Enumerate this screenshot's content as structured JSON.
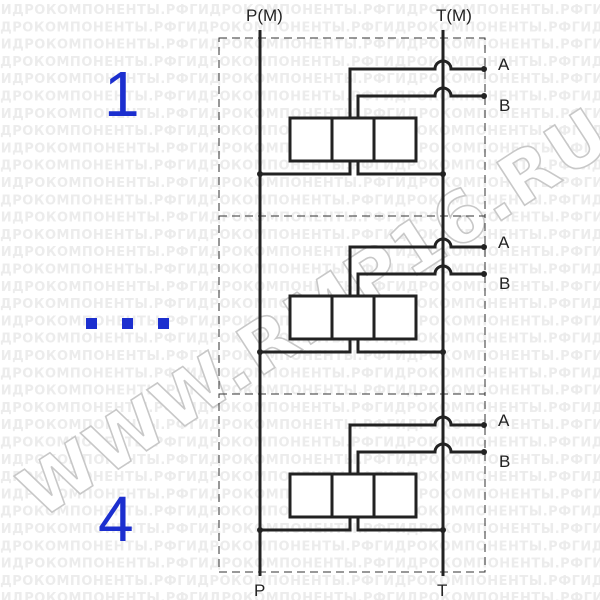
{
  "watermark": {
    "row_text": "ГИДРОКОМПОНЕНТЫ.РФГИДРОКОМПОНЕНТЫ.РФГИДРОКОМПОНЕНТЫ.РФГИДРОКОМПОНЕНТЫ.РФ",
    "url": "WWW.RMP16.RU"
  },
  "labels": {
    "top_p": "P(M)",
    "top_t": "T(M)",
    "bottom_p": "P",
    "bottom_t": "T"
  },
  "sections": [
    {
      "port_a": "A",
      "port_b": "B"
    },
    {
      "port_a": "A",
      "port_b": "B"
    },
    {
      "port_a": "A",
      "port_b": "B"
    }
  ],
  "numbering": {
    "first": "1",
    "last": "4"
  },
  "colors": {
    "ink": "#222222",
    "accent_blue": "#1c2fcf",
    "watermark": "#ececec"
  }
}
